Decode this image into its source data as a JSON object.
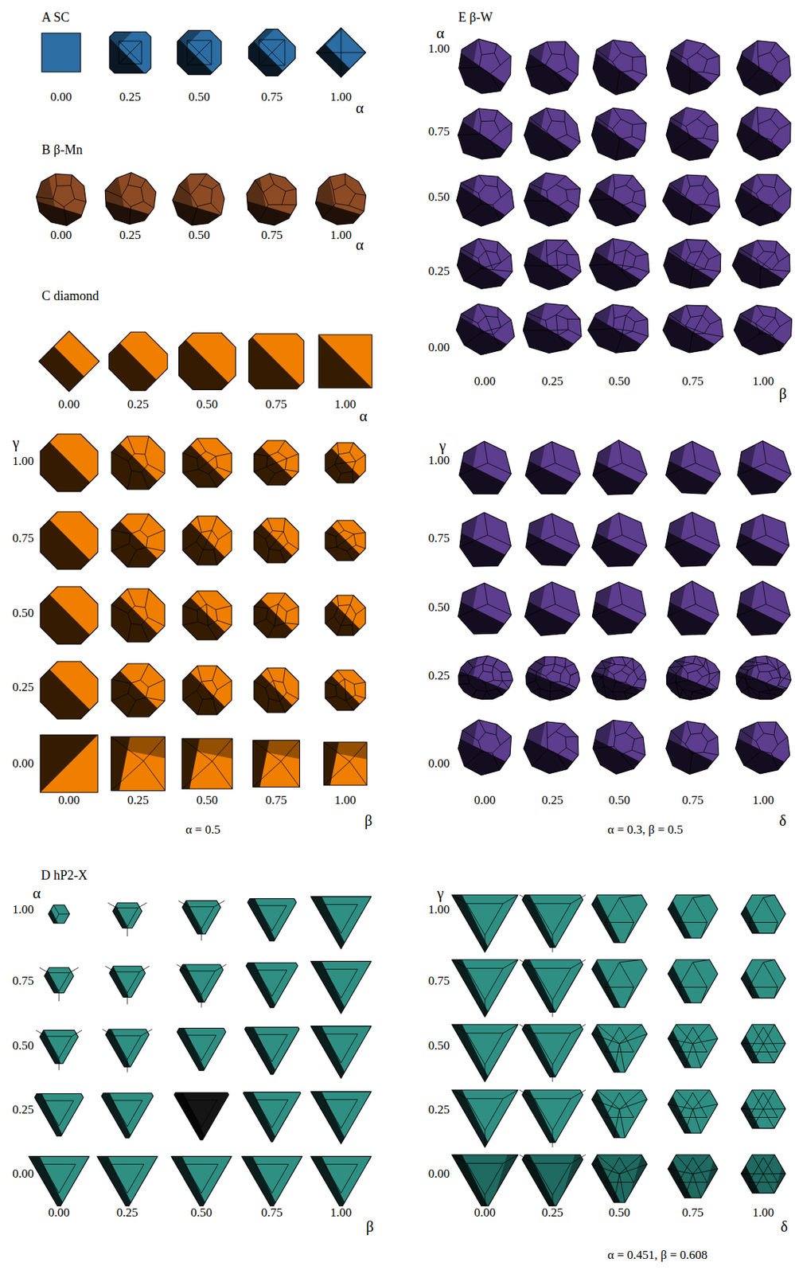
{
  "diagram": {
    "labels": [
      "A SC",
      "0.00",
      "0.25",
      "0.50",
      "0.75",
      "1.00",
      "α",
      "B β-Mn",
      "0.00",
      "0.25",
      "0.50",
      "0.75",
      "1.00",
      "α",
      "C diamond",
      "0.00",
      "0.25",
      "0.50",
      "0.75",
      "1.00",
      "α",
      "γ",
      "1.00",
      "0.75",
      "0.50",
      "0.25",
      "0.00",
      "0.00",
      "0.25",
      "0.50",
      "0.75",
      "1.00",
      "β",
      "α = 0.5",
      "E β-W",
      "α",
      "1.00",
      "0.75",
      "0.50",
      "0.25",
      "0.00",
      "0.00",
      "0.25",
      "0.50",
      "0.75",
      "1.00",
      "β",
      "γ",
      "1.00",
      "0.75",
      "0.50",
      "0.25",
      "0.00",
      "0.00",
      "0.25",
      "0.50",
      "0.75",
      "1.00",
      "δ",
      "α = 0.3, β = 0.5",
      "D hP2-X",
      "α",
      "1.00",
      "0.75",
      "0.50",
      "0.25",
      "0.00",
      "0.00",
      "0.25",
      "0.50",
      "0.75",
      "1.00",
      "β",
      "γ",
      "1.00",
      "0.75",
      "0.50",
      "0.25",
      "0.00",
      "0.00",
      "0.25",
      "0.50",
      "0.75",
      "1.00",
      "δ",
      "α = 0.451, β = 0.608"
    ]
  }
}
